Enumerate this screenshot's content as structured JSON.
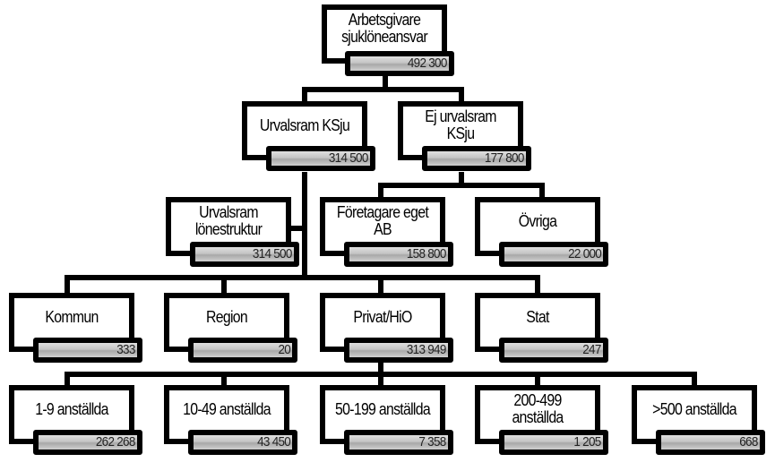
{
  "nodes": {
    "root": {
      "label": "Arbetsgivare sjuklöneansvar",
      "value": "492 300"
    },
    "urvalsram_ksju": {
      "label": "Urvalsram KSju",
      "value": "314 500"
    },
    "ej_urvalsram": {
      "label": "Ej urvalsram KSju",
      "value": "177 800"
    },
    "lonestruktur": {
      "label": "Urvalsram lönestruktur",
      "value": "314 500"
    },
    "foretagare": {
      "label": "Företagare eget AB",
      "value": "158 800"
    },
    "ovriga": {
      "label": "Övriga",
      "value": "22 000"
    },
    "kommun": {
      "label": "Kommun",
      "value": "333"
    },
    "region": {
      "label": "Region",
      "value": "20"
    },
    "privat": {
      "label": "Privat/HiO",
      "value": "313 949"
    },
    "stat": {
      "label": "Stat",
      "value": "247"
    },
    "s1_9": {
      "label": "1-9 anställda",
      "value": "262 268"
    },
    "s10_49": {
      "label": "10-49 anställda",
      "value": "43 450"
    },
    "s50_199": {
      "label": "50-199 anställda",
      "value": "7 358"
    },
    "s200_499": {
      "label": "200-499 anställda",
      "value": "1 205"
    },
    "s500": {
      "label": ">500 anställda",
      "value": "668"
    }
  }
}
